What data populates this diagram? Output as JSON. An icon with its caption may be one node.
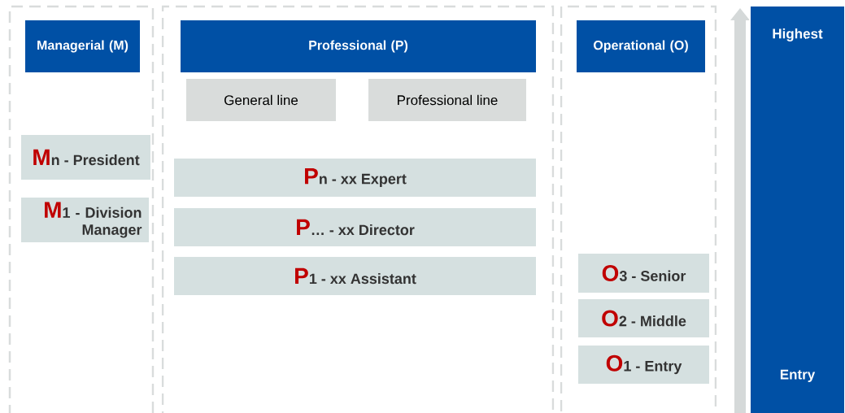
{
  "diagram": {
    "nodes": [
      {
        "text": [],
        "shape": "box"
      },
      {
        "text": [
          "Managerial (M)"
        ],
        "in": 0
      },
      {
        "text": [
          "M",
          "n - President"
        ],
        "in": 0
      },
      {
        "text": [
          "M",
          "1 - Division Manager"
        ],
        "in": 0
      },
      {
        "text": [],
        "shape": "box"
      },
      {
        "text": [
          "Professional (P)"
        ],
        "in": 4
      },
      {
        "text": [
          "General line"
        ],
        "in": 4
      },
      {
        "text": [
          "Professional line"
        ],
        "in": 4
      },
      {
        "text": [
          "P",
          "n - xx Expert"
        ],
        "in": 4
      },
      {
        "text": [
          "P",
          "… - xx Director"
        ],
        "in": 4
      },
      {
        "text": [
          "P",
          "1 - xx Assistant"
        ],
        "in": 4
      },
      {
        "text": [],
        "shape": "box"
      },
      {
        "text": [
          "Operational (O)"
        ],
        "in": 11
      },
      {
        "text": [
          "O",
          "3 - Senior"
        ],
        "in": 11
      },
      {
        "text": [
          "O",
          "2 - Middle"
        ],
        "in": 11
      },
      {
        "text": [
          "O",
          "1 - Entry"
        ],
        "in": 11
      },
      {
        "text": [
          "Highest",
          "Entry"
        ]
      }
    ]
  }
}
